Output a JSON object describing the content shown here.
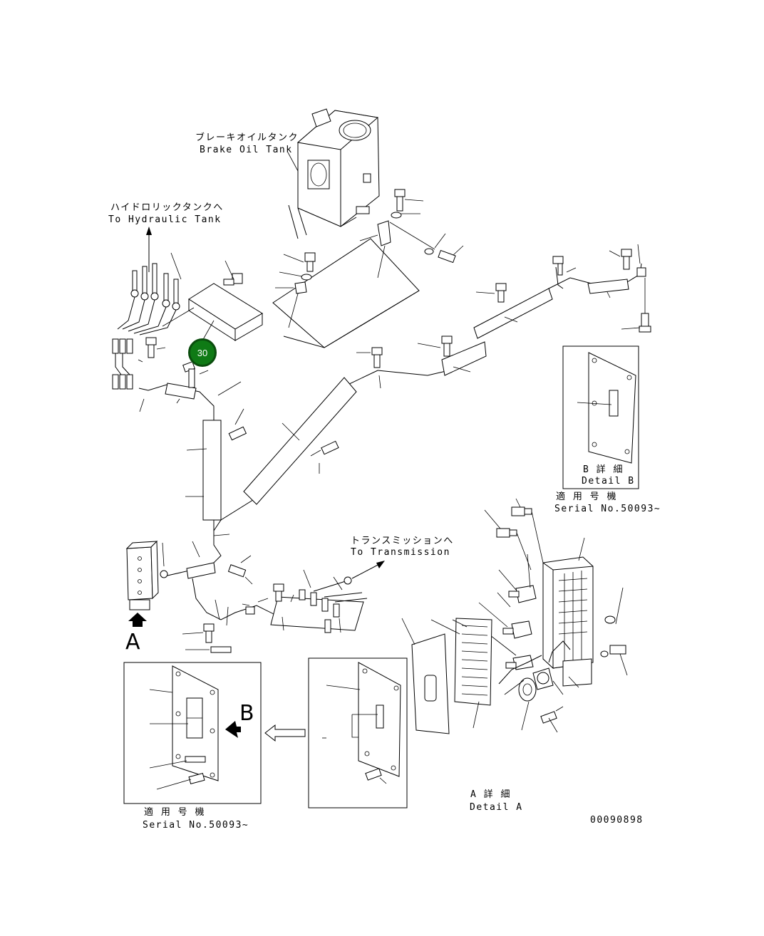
{
  "labels": {
    "brake_tank_jp": "ブレーキオイルタンク",
    "brake_tank_en": "Brake Oil Tank",
    "hyd_tank_jp": "ハイドロリックタンクへ",
    "hyd_tank_en": "To Hydraulic Tank",
    "transmission_jp": "トランスミッションへ",
    "transmission_en": "To Transmission",
    "detail_b_jp": "B 詳 細",
    "detail_b_en": "Detail B",
    "serial_jp_1": "適 用 号 機",
    "serial_en_1": "Serial No.50093~",
    "detail_a_jp": "A 詳 細",
    "detail_a_en": "Detail A",
    "serial_jp_2": "適 用 号 機",
    "serial_en_2": "Serial No.50093~",
    "drawing_no": "00090898",
    "view_a": "A",
    "view_b": "B"
  },
  "callout": {
    "number": "30",
    "color": "#0f7a15"
  }
}
